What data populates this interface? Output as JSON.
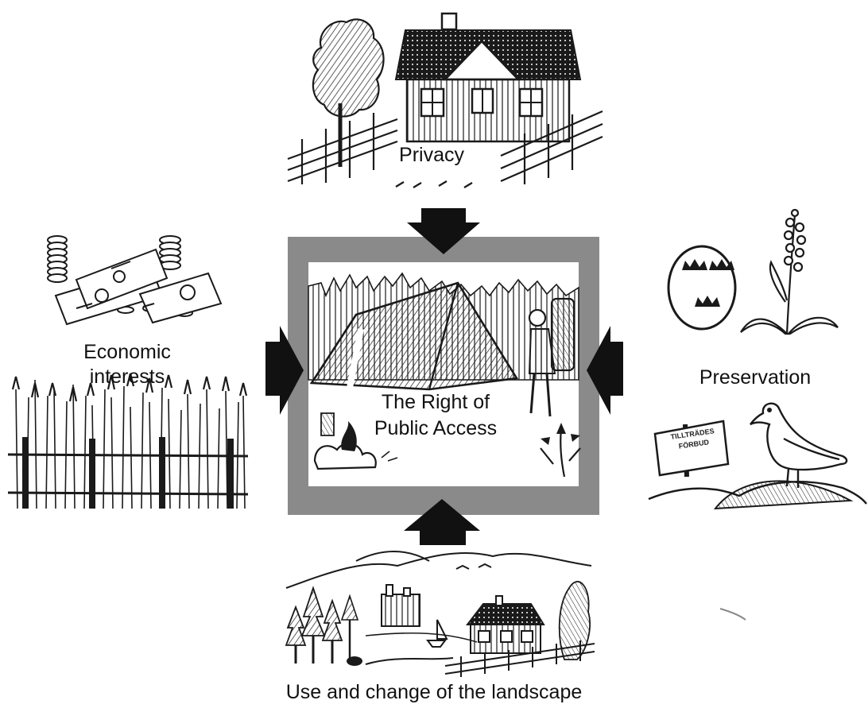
{
  "diagram": {
    "center": {
      "line1": "The Right of",
      "line2": "Public Access"
    },
    "top": {
      "label": "Privacy"
    },
    "left": {
      "label_line1": "Economic",
      "label_line2": "interests"
    },
    "right": {
      "label": "Preservation",
      "sign_line1": "TILLTRÄDES",
      "sign_line2": "FÖRBUD"
    },
    "bottom": {
      "label": "Use and change of the landscape"
    }
  },
  "colors": {
    "frame": "#8a8a8a",
    "arrow": "#111111",
    "ink": "#1a1a1a"
  },
  "icons": [
    "tree-icon",
    "house-icon",
    "fence-icon",
    "coins-icon",
    "banknotes-icon",
    "wheat-field-icon",
    "tent-icon",
    "hiker-icon",
    "crown-emblem-icon",
    "orchid-icon",
    "sign-icon",
    "seagull-icon",
    "landscape-icon"
  ]
}
